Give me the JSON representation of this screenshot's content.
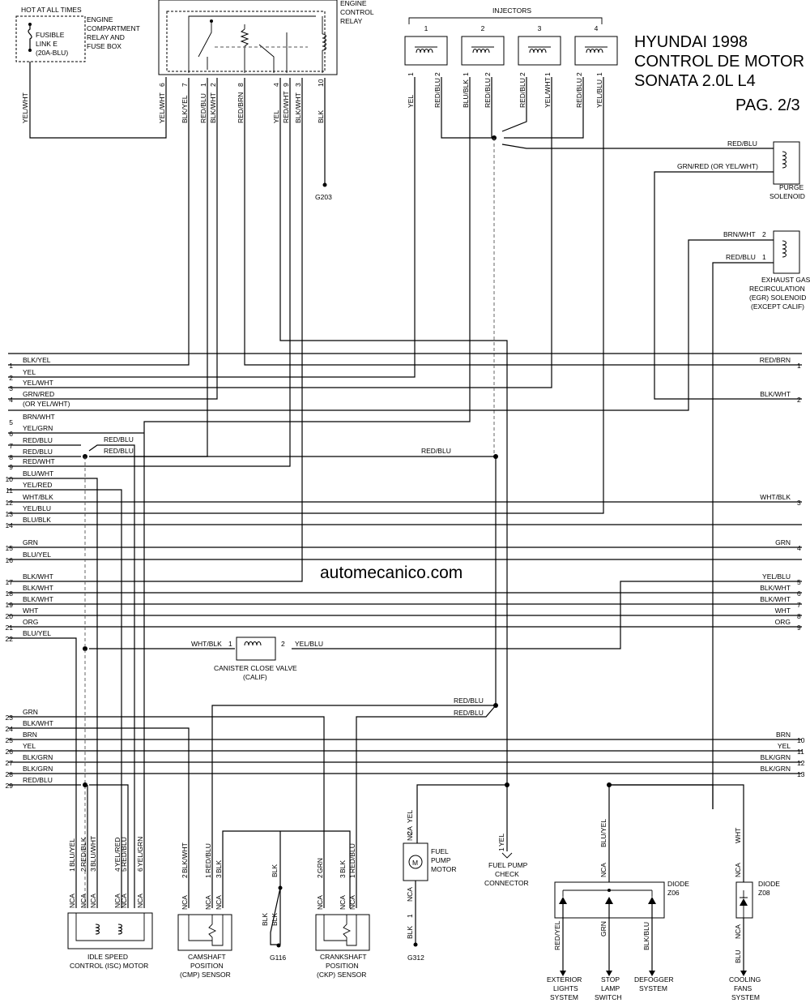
{
  "title": {
    "line1": "HYUNDAI 1998",
    "line2": "CONTROL DE MOTOR",
    "line3": "SONATA 2.0L L4",
    "page": "PAG. 2/3"
  },
  "watermark": "automecanico.com",
  "components": {
    "hot_at_all_times": "HOT AT ALL TIMES",
    "fusible_link": [
      "FUSIBLE",
      "LINK E",
      "(20A-BLU)"
    ],
    "relay_box": [
      "ENGINE",
      "COMPARTMENT",
      "RELAY AND",
      "FUSE BOX"
    ],
    "ecr": [
      "ENGINE",
      "CONTROL",
      "RELAY"
    ],
    "injectors": "INJECTORS",
    "injector_numbers": [
      "1",
      "2",
      "3",
      "4"
    ],
    "purge": [
      "PURGE",
      "SOLENOID"
    ],
    "egr": [
      "EXHAUST GAS",
      "RECIRCULATION",
      "(EGR) SOLENOID",
      "(EXCEPT CALIF)"
    ],
    "g203": "G203",
    "canister": [
      "CANISTER CLOSE VALVE",
      "(CALIF)"
    ],
    "isc": [
      "IDLE SPEED",
      "CONTROL (ISC) MOTOR"
    ],
    "cmp": [
      "CAMSHAFT",
      "POSITION",
      "(CMP) SENSOR"
    ],
    "g116": "G116",
    "ckp": [
      "CRANKSHAFT",
      "POSITION",
      "(CKP) SENSOR"
    ],
    "fuel_pump": [
      "FUEL",
      "PUMP",
      "MOTOR"
    ],
    "g312": "G312",
    "fp_check": [
      "FUEL PUMP",
      "CHECK",
      "CONNECTOR"
    ],
    "diode_z06": [
      "DIODE",
      "Z06"
    ],
    "diode_z08": [
      "DIODE",
      "Z08"
    ],
    "exterior": [
      "EXTERIOR",
      "LIGHTS",
      "SYSTEM"
    ],
    "stop": [
      "STOP",
      "LAMP",
      "SWITCH"
    ],
    "defog": [
      "DEFOGGER",
      "SYSTEM"
    ],
    "cooling": [
      "COOLING",
      "FANS",
      "SYSTEM"
    ],
    "motor_symbol": "M"
  },
  "left_rows": [
    {
      "n": "1",
      "c": "BLK/YEL"
    },
    {
      "n": "2",
      "c": "YEL"
    },
    {
      "n": "3",
      "c": "YEL/WHT"
    },
    {
      "n": "4",
      "c": "GRN/RED"
    },
    {
      "n": "5",
      "c": "BRN/WHT"
    },
    {
      "n": "6",
      "c": "YEL/GRN"
    },
    {
      "n": "7",
      "c": "RED/BLU"
    },
    {
      "n": "8",
      "c": "RED/BLU"
    },
    {
      "n": "9",
      "c": "RED/WHT"
    },
    {
      "n": "10",
      "c": "BLU/WHT"
    },
    {
      "n": "11",
      "c": "YEL/RED"
    },
    {
      "n": "12",
      "c": "WHT/BLK"
    },
    {
      "n": "13",
      "c": "YEL/BLU"
    },
    {
      "n": "14",
      "c": "BLU/BLK"
    },
    {
      "n": "15",
      "c": "GRN"
    },
    {
      "n": "16",
      "c": "BLU/YEL"
    },
    {
      "n": "17",
      "c": "BLK/WHT"
    },
    {
      "n": "18",
      "c": "BLK/WHT"
    },
    {
      "n": "19",
      "c": "BLK/WHT"
    },
    {
      "n": "20",
      "c": "WHT"
    },
    {
      "n": "21",
      "c": "ORG"
    },
    {
      "n": "22",
      "c": "BLU/YEL"
    },
    {
      "n": "23",
      "c": "GRN"
    },
    {
      "n": "24",
      "c": "BLK/WHT"
    },
    {
      "n": "25",
      "c": "BRN"
    },
    {
      "n": "26",
      "c": "YEL"
    },
    {
      "n": "27",
      "c": "BLK/GRN"
    },
    {
      "n": "28",
      "c": "BLK/GRN"
    },
    {
      "n": "29",
      "c": "RED/BLU"
    }
  ],
  "left_extra": "(OR YEL/WHT)",
  "right_rows": [
    {
      "n": "1",
      "c": "RED/BRN"
    },
    {
      "n": "2",
      "c": "BLK/WHT"
    },
    {
      "n": "3",
      "c": "WHT/BLK"
    },
    {
      "n": "4",
      "c": "GRN"
    },
    {
      "n": "5",
      "c": "YEL/BLU"
    },
    {
      "n": "6",
      "c": "BLK/WHT"
    },
    {
      "n": "7",
      "c": "BLK/WHT"
    },
    {
      "n": "8",
      "c": "WHT"
    },
    {
      "n": "9",
      "c": "ORG"
    },
    {
      "n": "10",
      "c": "BRN"
    },
    {
      "n": "11",
      "c": "YEL"
    },
    {
      "n": "12",
      "c": "BLK/GRN"
    },
    {
      "n": "13",
      "c": "BLK/GRN"
    }
  ],
  "ecr_pins": [
    {
      "n": "6",
      "c": "YEL/WHT"
    },
    {
      "n": "7",
      "c": "BLK/YEL"
    },
    {
      "n": "1",
      "c": "RED/BLU"
    },
    {
      "n": "2",
      "c": "BLK/WHT"
    },
    {
      "n": "8",
      "c": "RED/BRN"
    },
    {
      "n": "4",
      "c": "YEL"
    },
    {
      "n": "9",
      "c": "RED/WHT"
    },
    {
      "n": "3",
      "c": "BLK/WHT"
    },
    {
      "n": "10",
      "c": "BLK"
    }
  ],
  "fuse_wire": "YEL/WHT",
  "injector_pins": [
    {
      "n": "1",
      "c": "YEL"
    },
    {
      "n": "2",
      "c": "RED/BLU"
    },
    {
      "n": "1",
      "c": "BLU/BLK"
    },
    {
      "n": "2",
      "c": "RED/BLU"
    },
    {
      "n": "2",
      "c": "RED/BLU"
    },
    {
      "n": "1",
      "c": "YEL/WHT"
    },
    {
      "n": "2",
      "c": "RED/BLU"
    },
    {
      "n": "1",
      "c": "YEL/BLU"
    }
  ],
  "purge_wires": [
    "RED/BLU",
    "GRN/RED (OR YEL/WHT)"
  ],
  "egr_wires": [
    {
      "c": "BRN/WHT",
      "n": "2"
    },
    {
      "c": "RED/BLU",
      "n": "1"
    }
  ],
  "mid_labels": {
    "red_blu_a": "RED/BLU",
    "red_blu_b": "RED/BLU",
    "red_blu_c": "RED/BLU",
    "red_blu_d": "RED/BLU",
    "red_blu_e": "RED/BLU"
  },
  "canister_wires": {
    "left": "WHT/BLK",
    "left_n": "1",
    "right_n": "2",
    "right": "YEL/BLU"
  },
  "isc_pins": [
    {
      "n": "1",
      "c": "BLU/YEL"
    },
    {
      "n": "2",
      "c": "RED/BLK"
    },
    {
      "n": "3",
      "c": "BLU/WHT"
    },
    {
      "n": "4",
      "c": "YEL/RED"
    },
    {
      "n": "5",
      "c": "RED/BLU"
    },
    {
      "n": "6",
      "c": "YEL/GRN"
    }
  ],
  "cmp_pins": [
    {
      "n": "2",
      "c": "BLK/WHT"
    },
    {
      "n": "1",
      "c": "RED/BLU"
    },
    {
      "n": "3",
      "c": "BLK"
    }
  ],
  "ckp_pins": [
    {
      "n": "2",
      "c": "GRN"
    },
    {
      "n": "3",
      "c": "BLK"
    },
    {
      "n": "1",
      "c": "RED/BLU"
    }
  ],
  "g116_wires": [
    "BLK",
    "BLK",
    "BLK"
  ],
  "fuel_pump_pins": [
    {
      "n": "2",
      "c": "YEL"
    },
    {
      "n": "1",
      "c": "BLK"
    }
  ],
  "fp_check_pin": {
    "n": "1",
    "c": "YEL"
  },
  "nca": "NCA",
  "z06_wires": {
    "in": "BLU/YEL",
    "a": "RED/YEL",
    "b": "GRN",
    "c": "BLK/BLU"
  },
  "z08_wires": {
    "in": "WHT",
    "out": "BLU"
  }
}
